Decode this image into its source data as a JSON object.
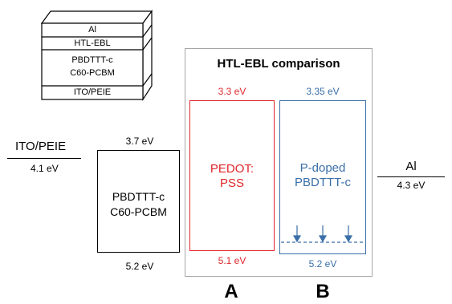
{
  "stack": {
    "layers": [
      "Al",
      "HTL-EBL",
      "PBDTTT-c",
      "C60-PCBM",
      "ITO/PEIE"
    ]
  },
  "left_electrode": {
    "label": "ITO/PEIE",
    "energy": "4.1 eV"
  },
  "active": {
    "top": "3.7 eV",
    "line1": "PBDTTT-c",
    "line2": "C60-PCBM",
    "bottom": "5.2 eV"
  },
  "comparison": {
    "title": "HTL-EBL comparison",
    "a": {
      "top": "3.3 eV",
      "line1": "PEDOT:",
      "line2": "PSS",
      "bottom": "5.1 eV",
      "letter": "A",
      "color": "#e0262b"
    },
    "b": {
      "top": "3.35 eV",
      "line1": "P-doped",
      "line2": "PBDTTT-c",
      "bottom": "5.2 eV",
      "letter": "B",
      "color": "#3a6fa8"
    }
  },
  "right_electrode": {
    "label": "Al",
    "energy": "4.3 eV"
  }
}
